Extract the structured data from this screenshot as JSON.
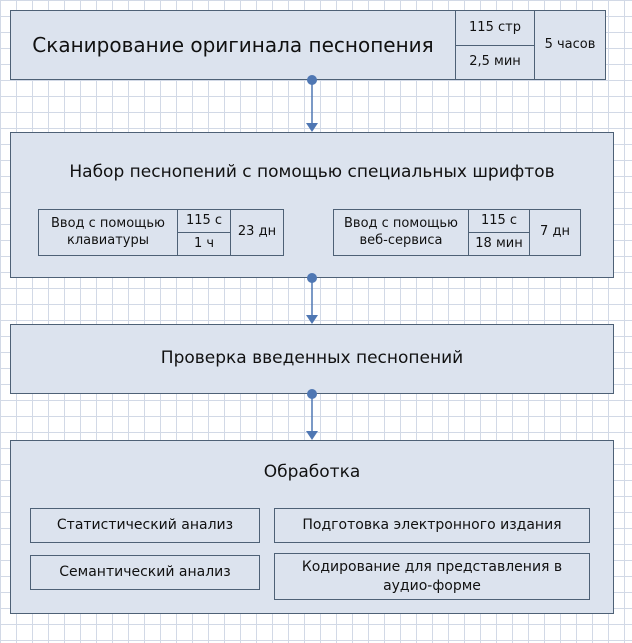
{
  "step1": {
    "title": "Сканирование оригинала песнопения",
    "pages": "115 стр",
    "per_page": "2,5 мин",
    "total": "5 часов"
  },
  "step2": {
    "title": "Набор песнопений с помощью специальных шрифтов",
    "keyboard": {
      "label": "Ввод с помощью клавиатуры",
      "pages": "115 с",
      "per_page": "1 ч",
      "total": "23 дн"
    },
    "web": {
      "label": "Ввод с помощью веб-сервиса",
      "pages": "115 с",
      "per_page": "18 мин",
      "total": "7 дн"
    }
  },
  "step3": {
    "title": "Проверка введенных песнопений"
  },
  "step4": {
    "title": "Обработка",
    "items": [
      "Статистический анализ",
      "Подготовка электронного издания",
      "Семантический анализ",
      "Кодирование для представления в аудио-форме"
    ]
  },
  "colors": {
    "box_fill": "#dce3ee",
    "border": "#4e6176",
    "connector": "#4f77b3"
  }
}
